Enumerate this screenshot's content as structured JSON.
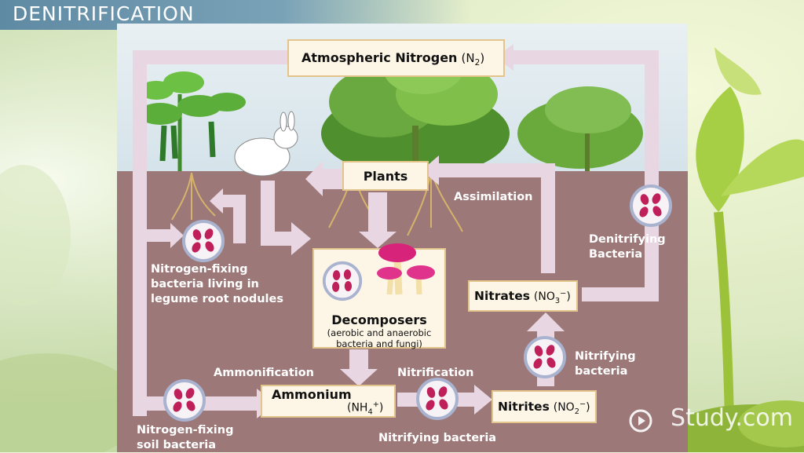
{
  "slide": {
    "title": "DENITRIFICATION",
    "watermark": "Study.com"
  },
  "boxes": {
    "atmospheric": {
      "title": "Atmospheric Nitrogen",
      "formula": "(N",
      "sub": "2",
      "close": ")"
    },
    "plants": {
      "title": "Plants"
    },
    "decomposers": {
      "title": "Decomposers",
      "line1": "(aerobic and anaerobic",
      "line2": "bacteria and fungi)"
    },
    "nitrates": {
      "title": "Nitrates",
      "formula": "(NO",
      "sub": "3",
      "sup": "−",
      "close": ")"
    },
    "ammonium": {
      "title": "Ammonium",
      "formula": "(NH",
      "sub": "4",
      "sup": "+",
      "close": ")"
    },
    "nitrites": {
      "title": "Nitrites",
      "formula": "(NO",
      "sub": "2",
      "sup": "−",
      "close": ")"
    }
  },
  "labels": {
    "assimilation": "Assimilation",
    "denitrifying_1": "Denitrifying",
    "denitrifying_2": "Bacteria",
    "legume_1": "Nitrogen-fixing",
    "legume_2": "bacteria living in",
    "legume_3": "legume root nodules",
    "ammonification": "Ammonification",
    "nitrification": "Nitrification",
    "nitrifying_1": "Nitrifying",
    "nitrifying_2": "bacteria",
    "soil_1": "Nitrogen-fixing",
    "soil_2": "soil bacteria",
    "nitrifying_bottom": "Nitrifying bacteria"
  },
  "colors": {
    "soil": "#9c7878",
    "sky": "#dde8ee",
    "arrow": "#e8d6e2",
    "box_border": "#e2c48c",
    "microbe": "#c0205a"
  }
}
